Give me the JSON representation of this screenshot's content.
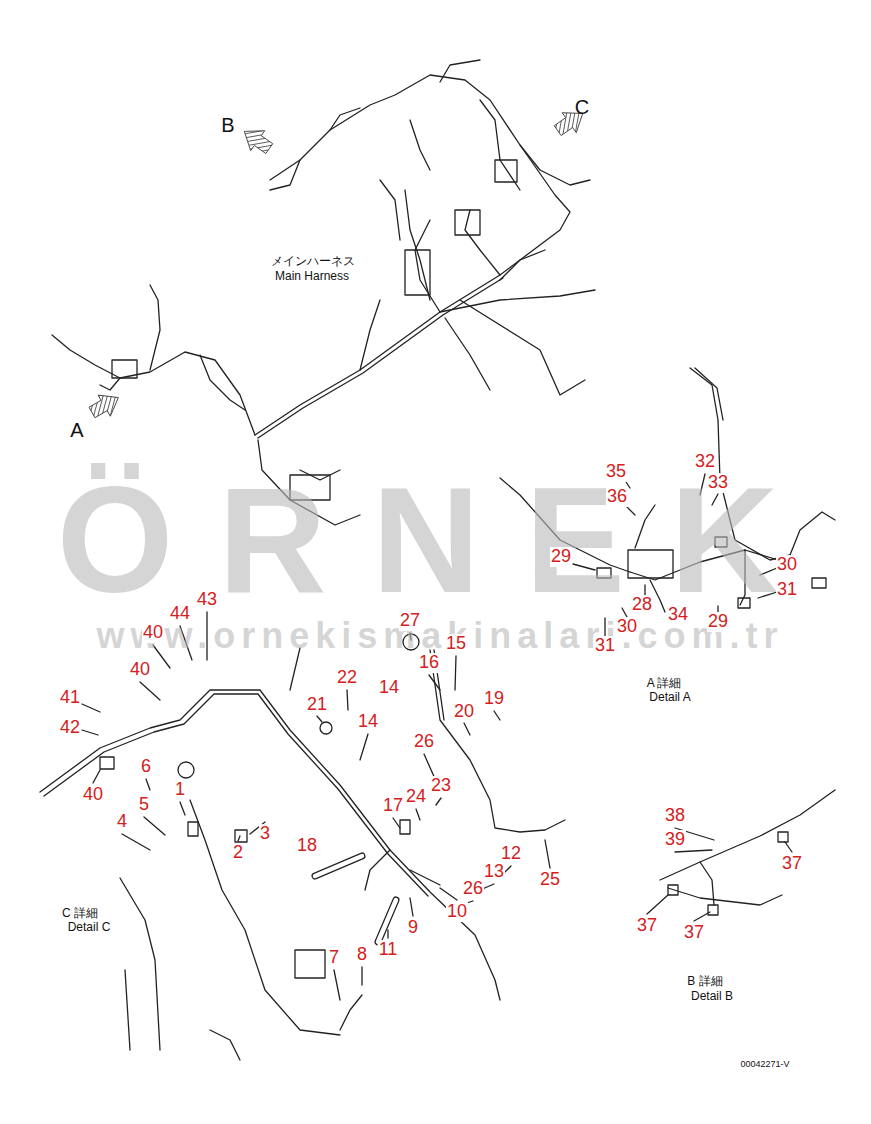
{
  "diagram": {
    "labels": [
      "B",
      "C",
      "メインハーネス",
      "Main Harness",
      "A",
      "ÖRNEK",
      "www.ornekismakinalari.com.tr",
      "35",
      "32",
      "36",
      "33",
      "29",
      "30",
      "31",
      "28",
      "34",
      "30",
      "31",
      "29",
      "43",
      "44",
      "27",
      "15",
      "40",
      "16",
      "14",
      "20",
      "40",
      "22",
      "19",
      "41",
      "21",
      "14",
      "42",
      "26",
      "6",
      "23",
      "24",
      "1",
      "40",
      "5",
      "17",
      "4",
      "3",
      "18",
      "2",
      "12",
      "13",
      "25",
      "26",
      "10",
      "9",
      "11",
      "8",
      "7",
      "38",
      "39",
      "37",
      "37",
      "37",
      "A 詳細",
      "Detail A",
      "C 詳細",
      "Detail C",
      "B 詳細",
      "Detail B",
      "00042271-V"
    ]
  }
}
